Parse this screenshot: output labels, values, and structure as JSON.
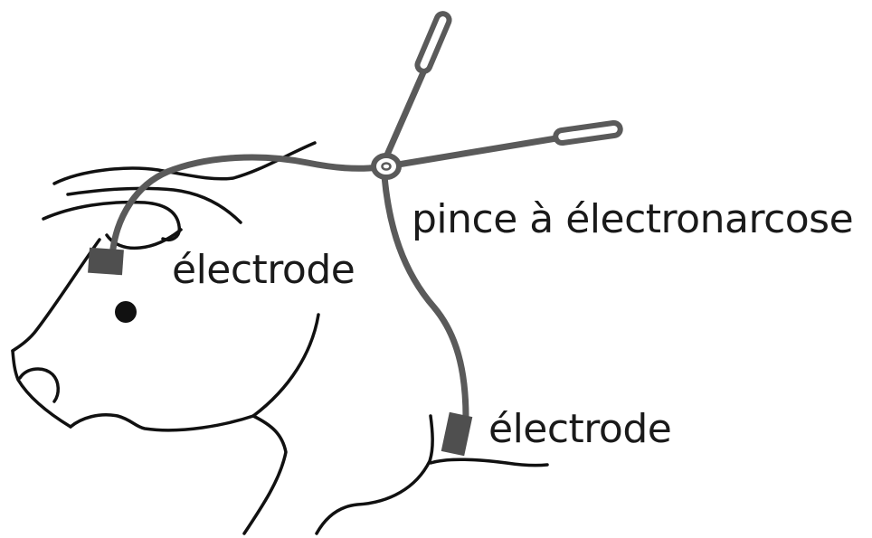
{
  "labels": {
    "electrode_head": "électrode",
    "tongs": "pince à électronarcose",
    "electrode_neck": "électrode"
  },
  "colors": {
    "outline": "#111111",
    "device": "#5a5a5a",
    "electrode": "#4f4f4f",
    "background": "#ffffff"
  }
}
